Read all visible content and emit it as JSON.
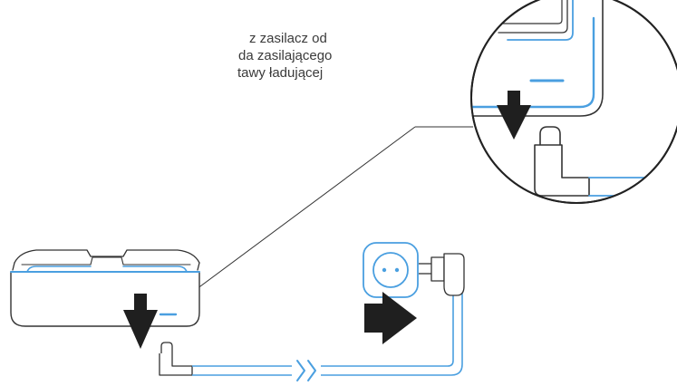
{
  "instruction": {
    "lines": [
      "z zasilacz od",
      "da zasilającego",
      "tawy ładującej"
    ]
  },
  "colors": {
    "accent": "#4a9fe0",
    "outline": "#333333",
    "arrow_fill": "#1f1f1f",
    "background": "#ffffff"
  },
  "icons": {
    "down_arrow": "down-arrow-icon",
    "right_arrow": "right-arrow-icon",
    "outlet": "wall-outlet-icon",
    "plug": "power-plug-icon",
    "cable_break": "cable-break-icon",
    "magnifier": "magnifier-circle"
  }
}
